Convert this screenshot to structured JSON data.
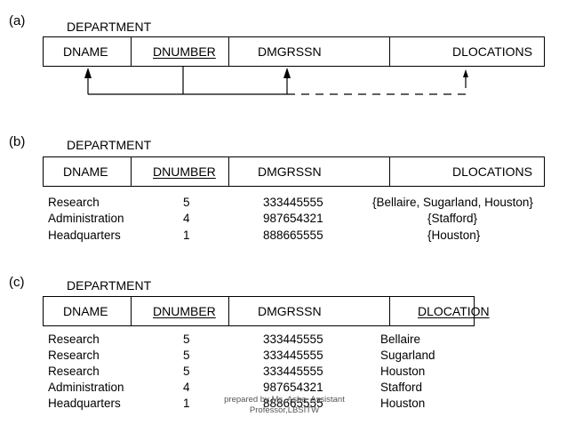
{
  "sections": [
    {
      "label": "(a)",
      "relation": "DEPARTMENT",
      "columns": [
        "DNAME",
        "DNUMBER",
        "DMGRSSN",
        "DLOCATIONS"
      ],
      "key_column": 1,
      "rows": []
    },
    {
      "label": "(b)",
      "relation": "DEPARTMENT",
      "columns": [
        "DNAME",
        "DNUMBER",
        "DMGRSSN",
        "DLOCATIONS"
      ],
      "key_column": 1,
      "rows": [
        [
          "Research",
          "5",
          "333445555",
          "{Bellaire, Sugarland, Houston}"
        ],
        [
          "Administration",
          "4",
          "987654321",
          "{Stafford}"
        ],
        [
          "Headquarters",
          "1",
          "888665555",
          "{Houston}"
        ]
      ]
    },
    {
      "label": "(c)",
      "relation": "DEPARTMENT",
      "columns": [
        "DNAME",
        "DNUMBER",
        "DMGRSSN",
        "DLOCATION"
      ],
      "key_column": [
        1,
        3
      ],
      "rows": [
        [
          "Research",
          "5",
          "333445555",
          "Bellaire"
        ],
        [
          "Research",
          "5",
          "333445555",
          "Sugarland"
        ],
        [
          "Research",
          "5",
          "333445555",
          "Houston"
        ],
        [
          "Administration",
          "4",
          "987654321",
          "Stafford"
        ],
        [
          "Headquarters",
          "1",
          "888665555",
          "Houston"
        ]
      ]
    }
  ],
  "watermark": {
    "line1": "prepared by Ms. Asha, Assistant",
    "line2": "Professor,LBSITW"
  }
}
